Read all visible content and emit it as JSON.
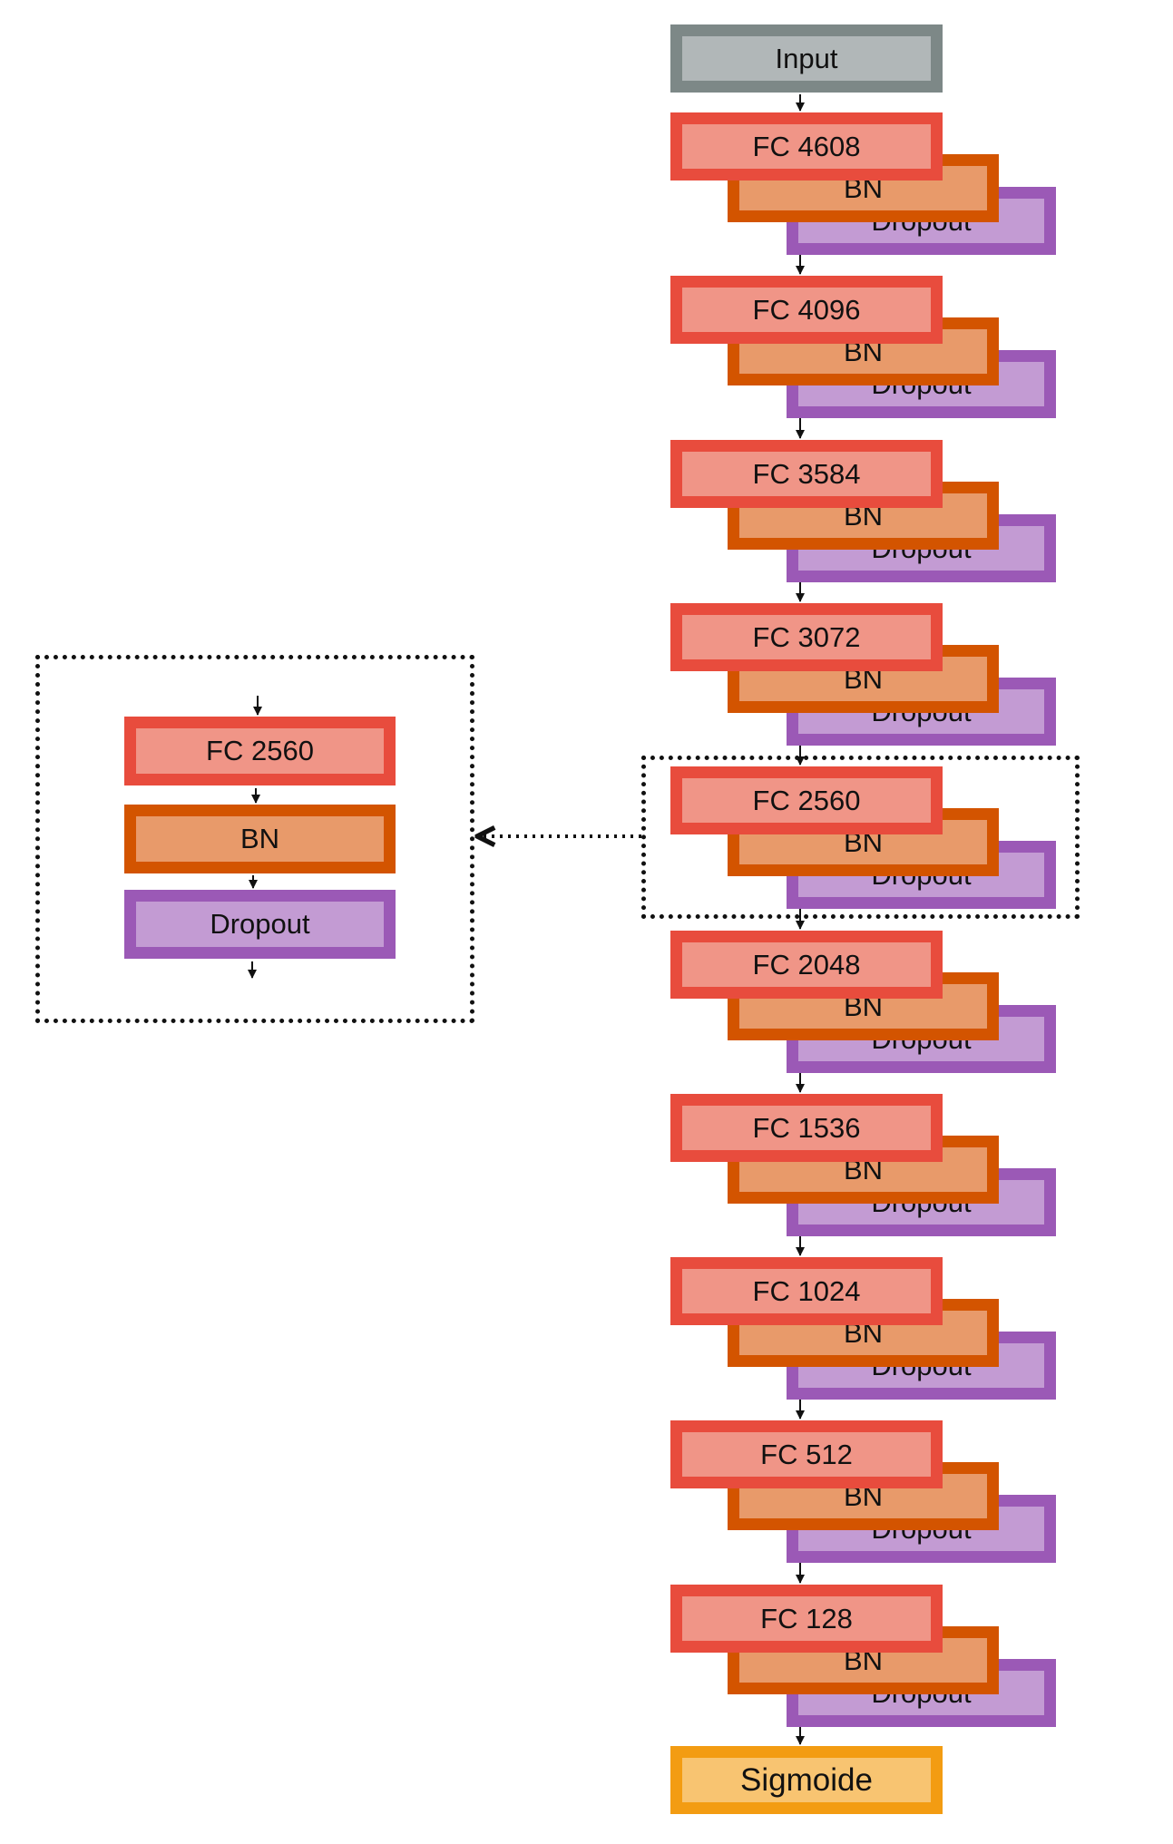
{
  "input_label": "Input",
  "output_label": "Sigmoide",
  "layers": [
    {
      "fc": "FC 4608",
      "bn": "BN",
      "dropout": "Dropout"
    },
    {
      "fc": "FC 4096",
      "bn": "BN",
      "dropout": "Dropout"
    },
    {
      "fc": "FC 3584",
      "bn": "BN",
      "dropout": "Dropout"
    },
    {
      "fc": "FC 3072",
      "bn": "BN",
      "dropout": "Dropout"
    },
    {
      "fc": "FC 2560",
      "bn": "BN",
      "dropout": "Dropout"
    },
    {
      "fc": "FC 2048",
      "bn": "BN",
      "dropout": "Dropout"
    },
    {
      "fc": "FC 1536",
      "bn": "BN",
      "dropout": "Dropout"
    },
    {
      "fc": "FC 1024",
      "bn": "BN",
      "dropout": "Dropout"
    },
    {
      "fc": "FC 512",
      "bn": "BN",
      "dropout": "Dropout"
    },
    {
      "fc": "FC 128",
      "bn": "BN",
      "dropout": "Dropout"
    }
  ],
  "highlighted_layer": 4,
  "detail": {
    "fc": "FC 2560",
    "bn": "BN",
    "dropout": "Dropout"
  },
  "colors": {
    "input_fill": "#b1b7b8",
    "input_border": "#7d8887",
    "fc_fill": "#f09587",
    "fc_border": "#e84c3d",
    "bn_fill": "#e89a6a",
    "bn_border": "#d35400",
    "dropout_fill": "#c39bd3",
    "dropout_border": "#9b59b6",
    "output_fill": "#f8c471",
    "output_border": "#f39c12"
  }
}
